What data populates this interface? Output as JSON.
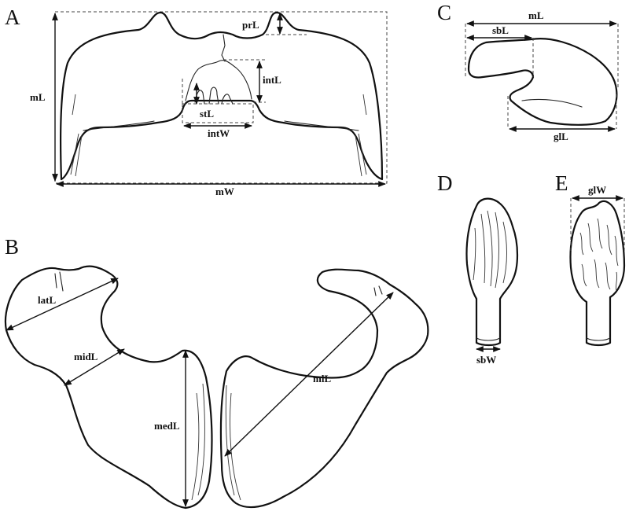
{
  "panels": {
    "A": {
      "letter": "A",
      "labels": {
        "prL": "prL",
        "mL": "mL",
        "intL": "intL",
        "stL": "stL",
        "intW": "intW",
        "mW": "mW"
      }
    },
    "B": {
      "letter": "B",
      "labels": {
        "latL": "latL",
        "midL": "midL",
        "medL": "medL",
        "mlL": "mlL"
      }
    },
    "C": {
      "letter": "C",
      "labels": {
        "mL": "mL",
        "sbL": "sbL",
        "glL": "glL"
      }
    },
    "D": {
      "letter": "D",
      "labels": {
        "sbW": "sbW"
      }
    },
    "E": {
      "letter": "E",
      "labels": {
        "glW": "glW"
      }
    }
  },
  "colors": {
    "line": "#111111",
    "background": "#ffffff"
  }
}
